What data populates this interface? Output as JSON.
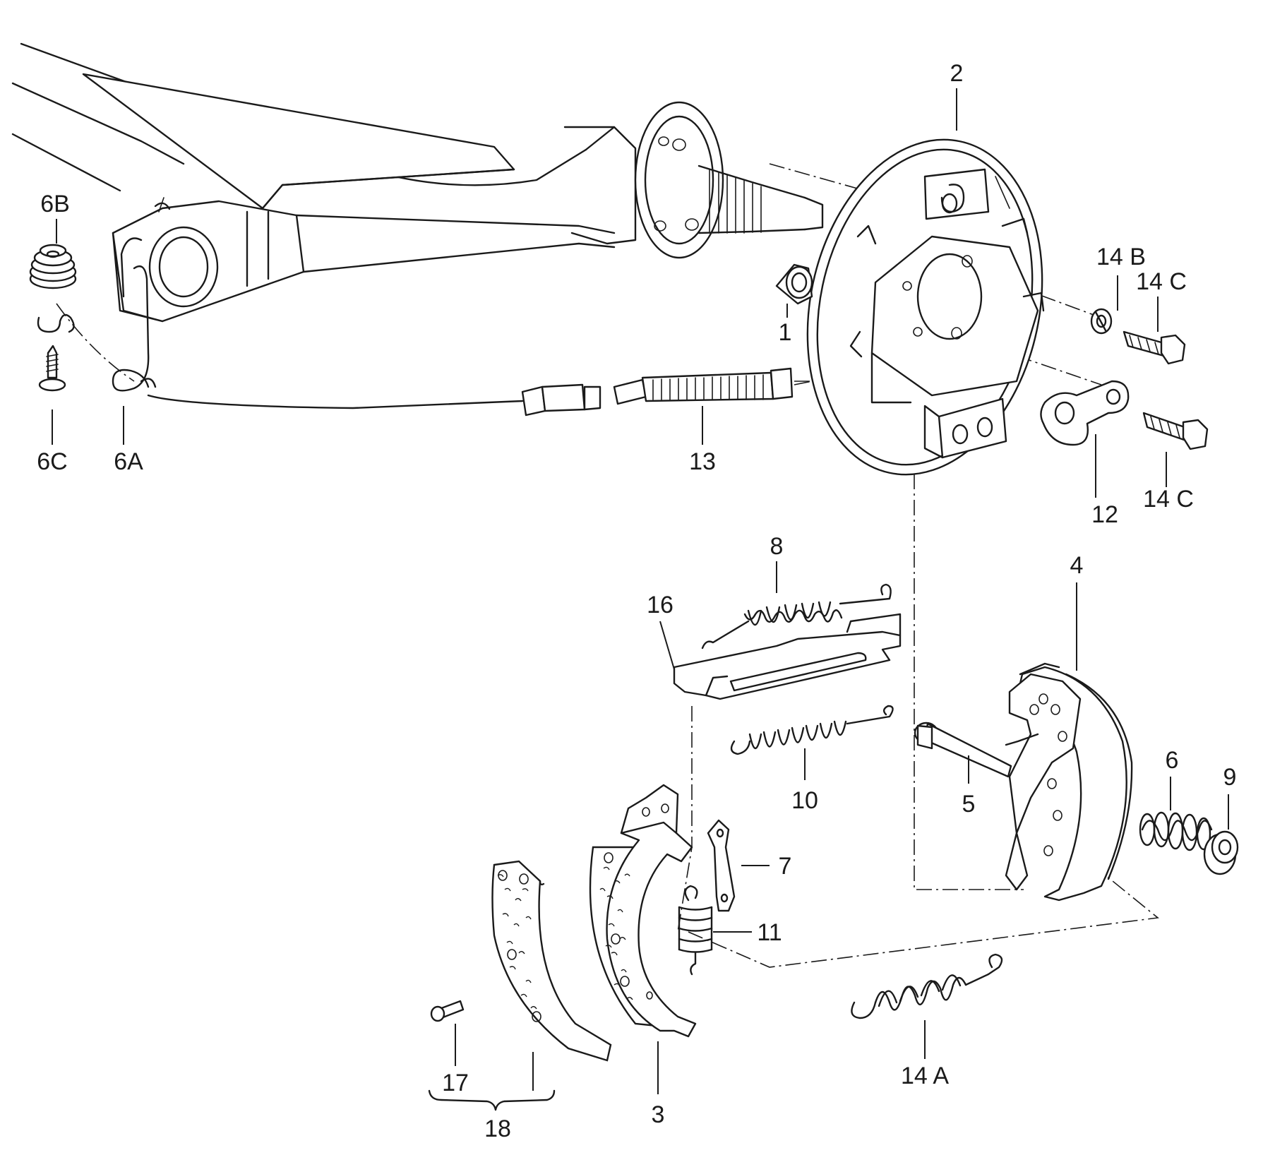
{
  "diagram": {
    "ink_color": "#1a1a1a",
    "background": "#ffffff",
    "callouts": [
      {
        "id": "c1",
        "label": "1"
      },
      {
        "id": "c2",
        "label": "2"
      },
      {
        "id": "c3",
        "label": "3"
      },
      {
        "id": "c4",
        "label": "4"
      },
      {
        "id": "c5",
        "label": "5"
      },
      {
        "id": "c6",
        "label": "6"
      },
      {
        "id": "c6A",
        "label": "6A"
      },
      {
        "id": "c6B",
        "label": "6B"
      },
      {
        "id": "c6C",
        "label": "6C"
      },
      {
        "id": "c7",
        "label": "7"
      },
      {
        "id": "c8",
        "label": "8"
      },
      {
        "id": "c9",
        "label": "9"
      },
      {
        "id": "c10",
        "label": "10"
      },
      {
        "id": "c11",
        "label": "11"
      },
      {
        "id": "c12",
        "label": "12"
      },
      {
        "id": "c13",
        "label": "13"
      },
      {
        "id": "c14A",
        "label": "14 A"
      },
      {
        "id": "c14B",
        "label": "14 B"
      },
      {
        "id": "c14C_top",
        "label": "14 C"
      },
      {
        "id": "c14C_bottom",
        "label": "14 C"
      },
      {
        "id": "c16",
        "label": "16"
      },
      {
        "id": "c17",
        "label": "17"
      },
      {
        "id": "c18",
        "label": "18"
      }
    ]
  }
}
